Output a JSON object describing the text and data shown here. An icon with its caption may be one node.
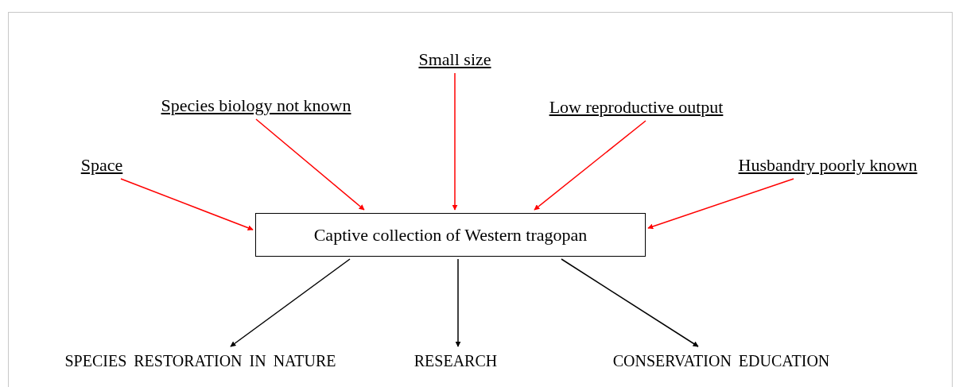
{
  "diagram": {
    "nodes": [
      {
        "text": [
          "Small size"
        ]
      },
      {
        "text": [
          "Species biology not known"
        ]
      },
      {
        "text": [
          "Low reproductive output"
        ]
      },
      {
        "text": [
          "Space"
        ]
      },
      {
        "text": [
          "Husbandry poorly known"
        ]
      },
      {
        "text": [
          "Captive collection of Western tragopan"
        ]
      },
      {
        "text": [
          "SPECIES RESTORATION IN NATURE"
        ]
      },
      {
        "text": [
          "RESEARCH"
        ]
      },
      {
        "text": [
          "CONSERVATION EDUCATION"
        ]
      }
    ],
    "edges": [
      {
        "from": 3,
        "to": 5,
        "arrow": "to"
      },
      {
        "from": 1,
        "to": 5,
        "arrow": "to"
      },
      {
        "from": 0,
        "to": 5,
        "arrow": "to"
      },
      {
        "from": 2,
        "to": 5,
        "arrow": "to"
      },
      {
        "from": 4,
        "to": 5,
        "arrow": "to"
      },
      {
        "from": 5,
        "to": 6,
        "arrow": "to",
        "color": "#000000"
      },
      {
        "from": 5,
        "to": 7,
        "arrow": "to",
        "color": "#000000"
      },
      {
        "from": 5,
        "to": 8,
        "arrow": "to",
        "color": "#000000"
      }
    ]
  }
}
